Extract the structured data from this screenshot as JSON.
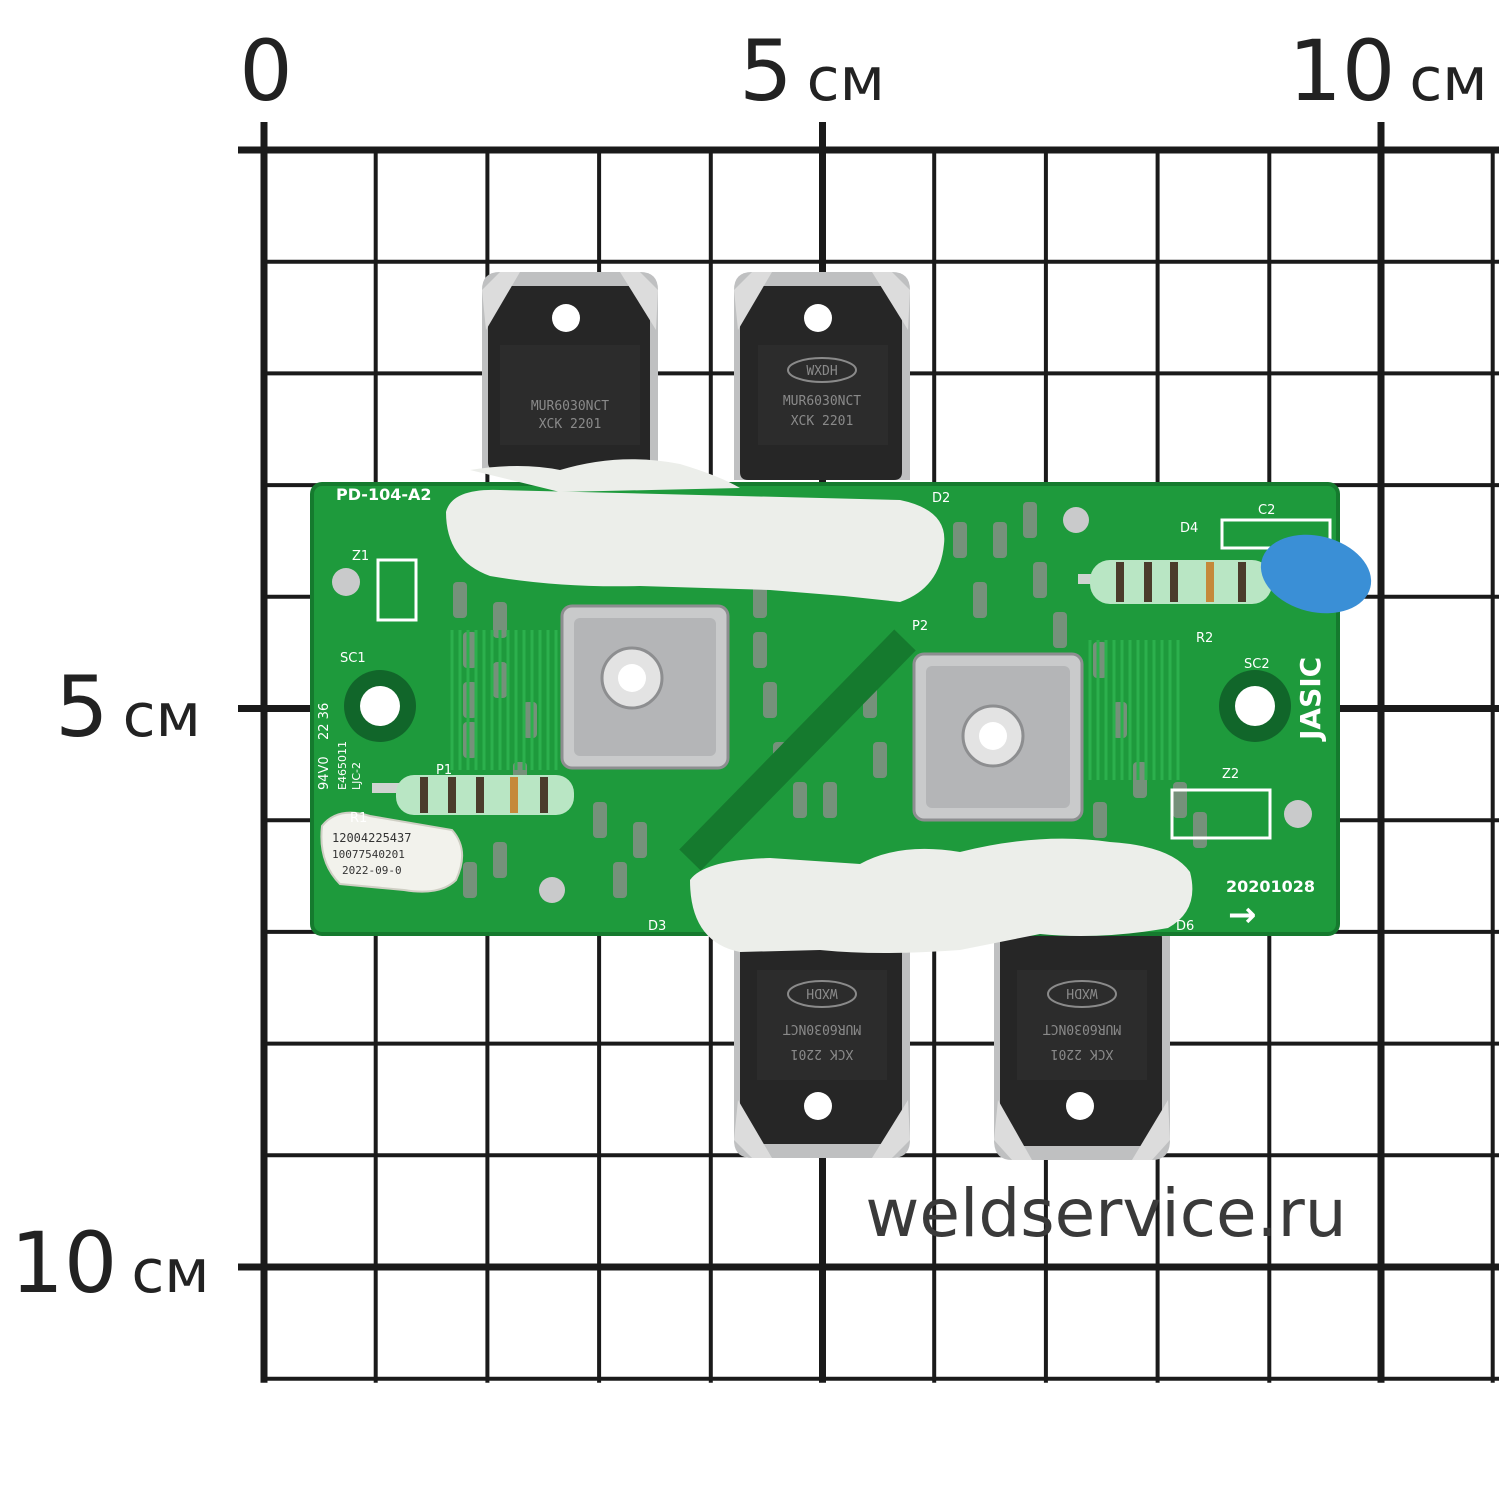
{
  "scale": {
    "top_labels": [
      {
        "num": "0",
        "unit": ""
      },
      {
        "num": "5",
        "unit": "см"
      },
      {
        "num": "10",
        "unit": "см"
      }
    ],
    "left_labels": [
      {
        "num": "5",
        "unit": "см"
      },
      {
        "num": "10",
        "unit": "см"
      }
    ]
  },
  "watermark": "weldservice.ru",
  "board": {
    "model": "PD-104-A2",
    "date_code": "20201028",
    "brand": "JASIC",
    "refs": {
      "z1": "Z1",
      "z2": "Z2",
      "sc1": "SC1",
      "sc2": "SC2",
      "d2": "D2",
      "d3": "D3",
      "d4": "D4",
      "d6": "D6",
      "c2": "C2",
      "r1": "R1",
      "r2": "R2",
      "p1": "P1",
      "p2": "P2"
    },
    "cert": [
      "94V0",
      "22 36",
      "E465011",
      "LJC-2"
    ],
    "sticker": [
      "12004225437",
      "10077540201",
      "2022-09-0"
    ],
    "arrow": "→"
  },
  "diodes": {
    "top_left": {
      "line1": "MUR6030NCT",
      "line2": "XCK 2201"
    },
    "top_right": {
      "brand": "WXDH",
      "line1": "MUR6030NCT",
      "line2": "XCK 2201"
    },
    "bottom_left": {
      "brand": "WXDH",
      "line1": "MUR6030NCT",
      "line2": "XCK 2201"
    },
    "bottom_right": {
      "brand": "WXDH",
      "line1": "MUR6030NCT",
      "line2": "XCK 2201"
    }
  },
  "colors": {
    "grid": "#1a1a1a",
    "pcb": "#1e9a3c",
    "pcb_dark": "#157a2e",
    "silicone": "#eceeea",
    "metal": "#c9cacb",
    "diode_body": "#262626",
    "capacitor": "#3a8fd6"
  }
}
